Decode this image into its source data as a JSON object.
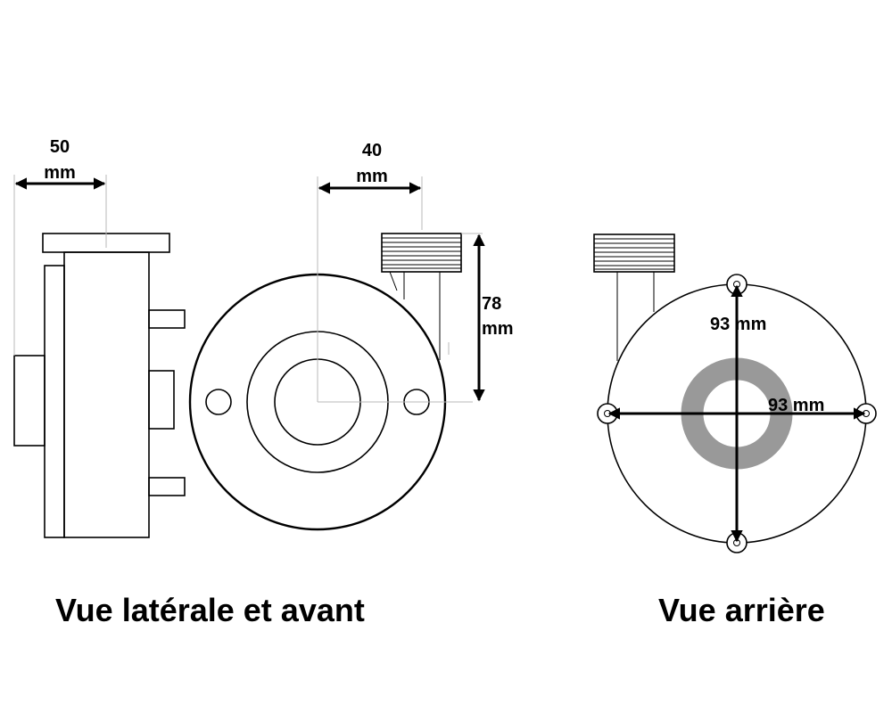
{
  "dimensions": {
    "side_width_value": "50",
    "side_width_unit": "mm",
    "front_offset_value": "40",
    "front_offset_unit": "mm",
    "height_value": "78",
    "height_unit": "mm",
    "back_vertical": "93 mm",
    "back_horizontal": "93 mm"
  },
  "captions": {
    "side_front": "Vue latérale et avant",
    "back": "Vue arrière"
  },
  "colors": {
    "ring_fill": "#999999",
    "stroke": "#000000"
  }
}
